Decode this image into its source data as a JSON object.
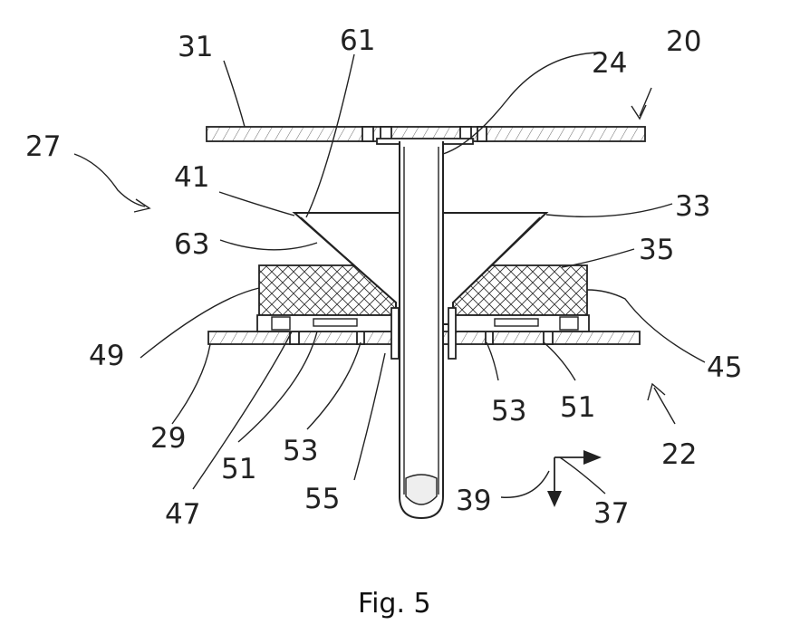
{
  "figure": {
    "caption": "Fig. 5",
    "labels": {
      "l20": "20",
      "l22": "22",
      "l24": "24",
      "l27": "27",
      "l29": "29",
      "l31": "31",
      "l33": "33",
      "l35": "35",
      "l37": "37",
      "l39": "39",
      "l41": "41",
      "l45": "45",
      "l47": "47",
      "l49": "49",
      "l51a": "51",
      "l51b": "51",
      "l53a": "53",
      "l53b": "53",
      "l55": "55",
      "l61": "61",
      "l63": "63"
    }
  }
}
